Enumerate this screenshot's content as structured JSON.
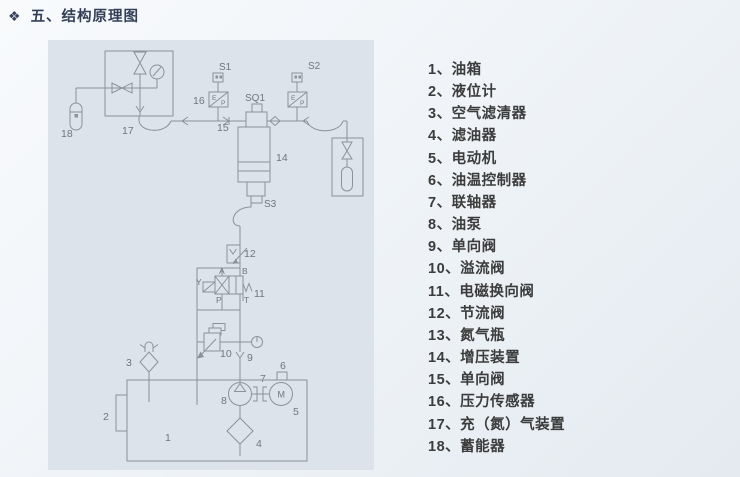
{
  "page": {
    "title": "五、结构原理图",
    "title_icon": "❖"
  },
  "legend": {
    "items": [
      {
        "text": "1、油箱"
      },
      {
        "text": "2、液位计"
      },
      {
        "text": "3、空气滤清器"
      },
      {
        "text": "4、滤油器"
      },
      {
        "text": "5、电动机"
      },
      {
        "text": "6、油温控制器"
      },
      {
        "text": "7、联轴器"
      },
      {
        "text": "8、油泵"
      },
      {
        "text": "9、单向阀"
      },
      {
        "text": "10、溢流阀"
      },
      {
        "text": "11、电磁换向阀"
      },
      {
        "text": "12、节流阀"
      },
      {
        "text": "13、氮气瓶"
      },
      {
        "text": "14、增压装置"
      },
      {
        "text": "15、单向阀"
      },
      {
        "text": "16、压力传感器"
      },
      {
        "text": "17、充（氮）气装置"
      },
      {
        "text": "18、蓄能器"
      }
    ]
  },
  "diagram": {
    "labels": {
      "n1": "1",
      "n2": "2",
      "n3": "3",
      "n4": "4",
      "n5": "5",
      "n6": "6",
      "n7": "7",
      "n8": "8",
      "n9": "9",
      "n10": "10",
      "n11": "11",
      "n12": "12",
      "n14": "14",
      "n15": "15",
      "n16": "16",
      "n17": "17",
      "n18": "18",
      "s1": "S1",
      "s2": "S2",
      "s3": "S3",
      "sq1": "SQ1",
      "e": "E",
      "p": "P",
      "port_a": "A",
      "port_b": "B",
      "port_p": "P",
      "port_t": "T",
      "port_y": "Y",
      "motor": "M"
    },
    "colors": {
      "panel": "#dce3ea",
      "line": "#8b929c",
      "label": "#6e7681"
    }
  }
}
